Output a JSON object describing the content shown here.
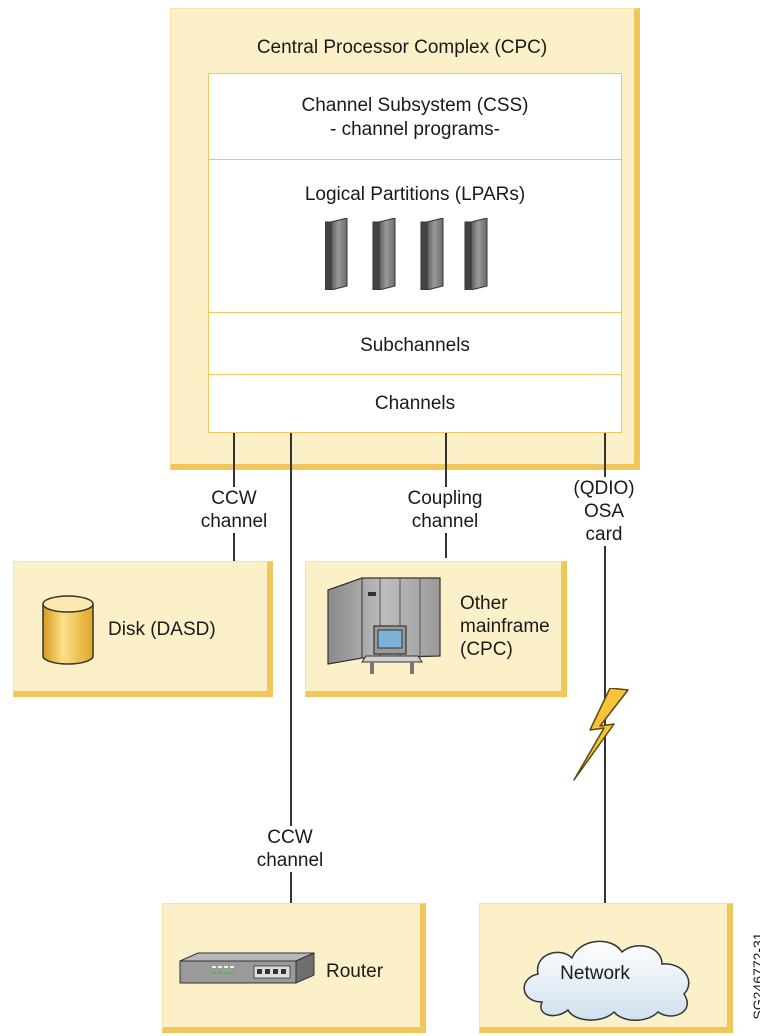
{
  "cpc": {
    "title": "Central Processor Complex (CPC)",
    "css_line1": "Channel Subsystem (CSS)",
    "css_line2": "- channel programs-",
    "lpars": "Logical Partitions (LPARs)",
    "subchannels": "Subchannels",
    "channels": "Channels"
  },
  "links": {
    "ccw1_line1": "CCW",
    "ccw1_line2": "channel",
    "coupling_line1": "Coupling",
    "coupling_line2": "channel",
    "osa_line1": "(QDIO)",
    "osa_line2": "OSA",
    "osa_line3": "card",
    "ccw2_line1": "CCW",
    "ccw2_line2": "channel"
  },
  "devices": {
    "disk": "Disk (DASD)",
    "mainframe_line1": "Other",
    "mainframe_line2": "mainframe",
    "mainframe_line3": "(CPC)",
    "router": "Router",
    "network": "Network"
  },
  "figure_id": "SG246772-31",
  "colors": {
    "beige": "#fbf0c8",
    "gold": "#f2c75a",
    "line": "#333333"
  }
}
